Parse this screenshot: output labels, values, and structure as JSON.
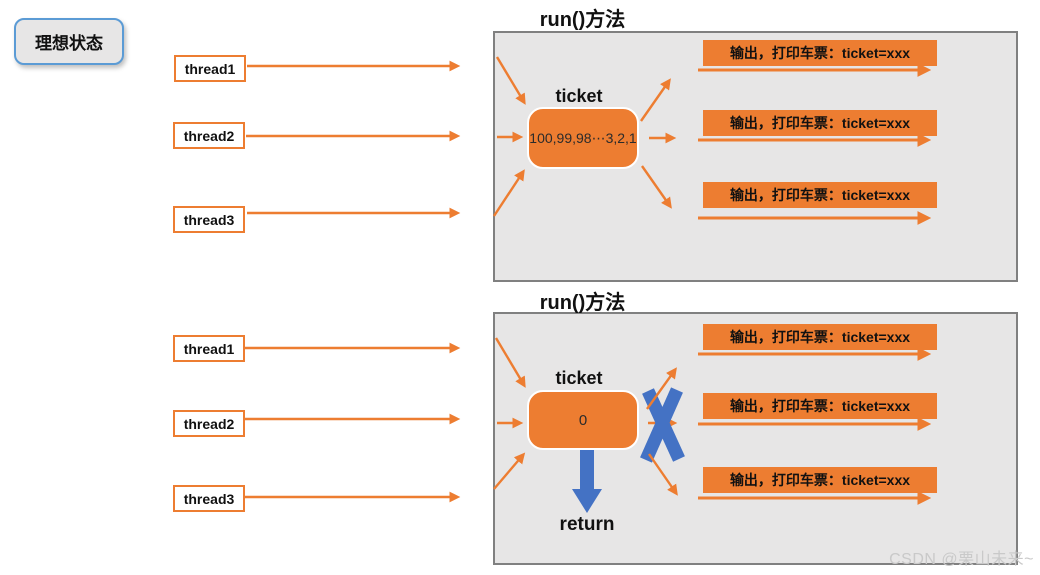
{
  "colors": {
    "orange": "#ED7D31",
    "blue": "#4472C4",
    "panel_bg": "#E7E6E6",
    "panel_border": "#808080",
    "ideal_border": "#5B9BD5",
    "watermark": "#C9C9C9"
  },
  "ideal_state": {
    "label": "理想状态"
  },
  "thread_groups": [
    {
      "threads": [
        "thread1",
        "thread2",
        "thread3"
      ]
    },
    {
      "threads": [
        "thread1",
        "thread2",
        "thread3"
      ]
    }
  ],
  "panels": [
    {
      "title": "run()方法",
      "ticket": {
        "label": "ticket",
        "value": "100,99,98⋯3,2,1"
      },
      "outputs": [
        "输出，打印车票：ticket=xxx",
        "输出，打印车票：ticket=xxx",
        "输出，打印车票：ticket=xxx"
      ]
    },
    {
      "title": "run()方法",
      "ticket": {
        "label": "ticket",
        "value": "0"
      },
      "outputs": [
        "输出，打印车票：ticket=xxx",
        "输出，打印车票：ticket=xxx",
        "输出，打印车票：ticket=xxx"
      ],
      "return_label": "return"
    }
  ],
  "watermark": "CSDN @栗山未来~"
}
